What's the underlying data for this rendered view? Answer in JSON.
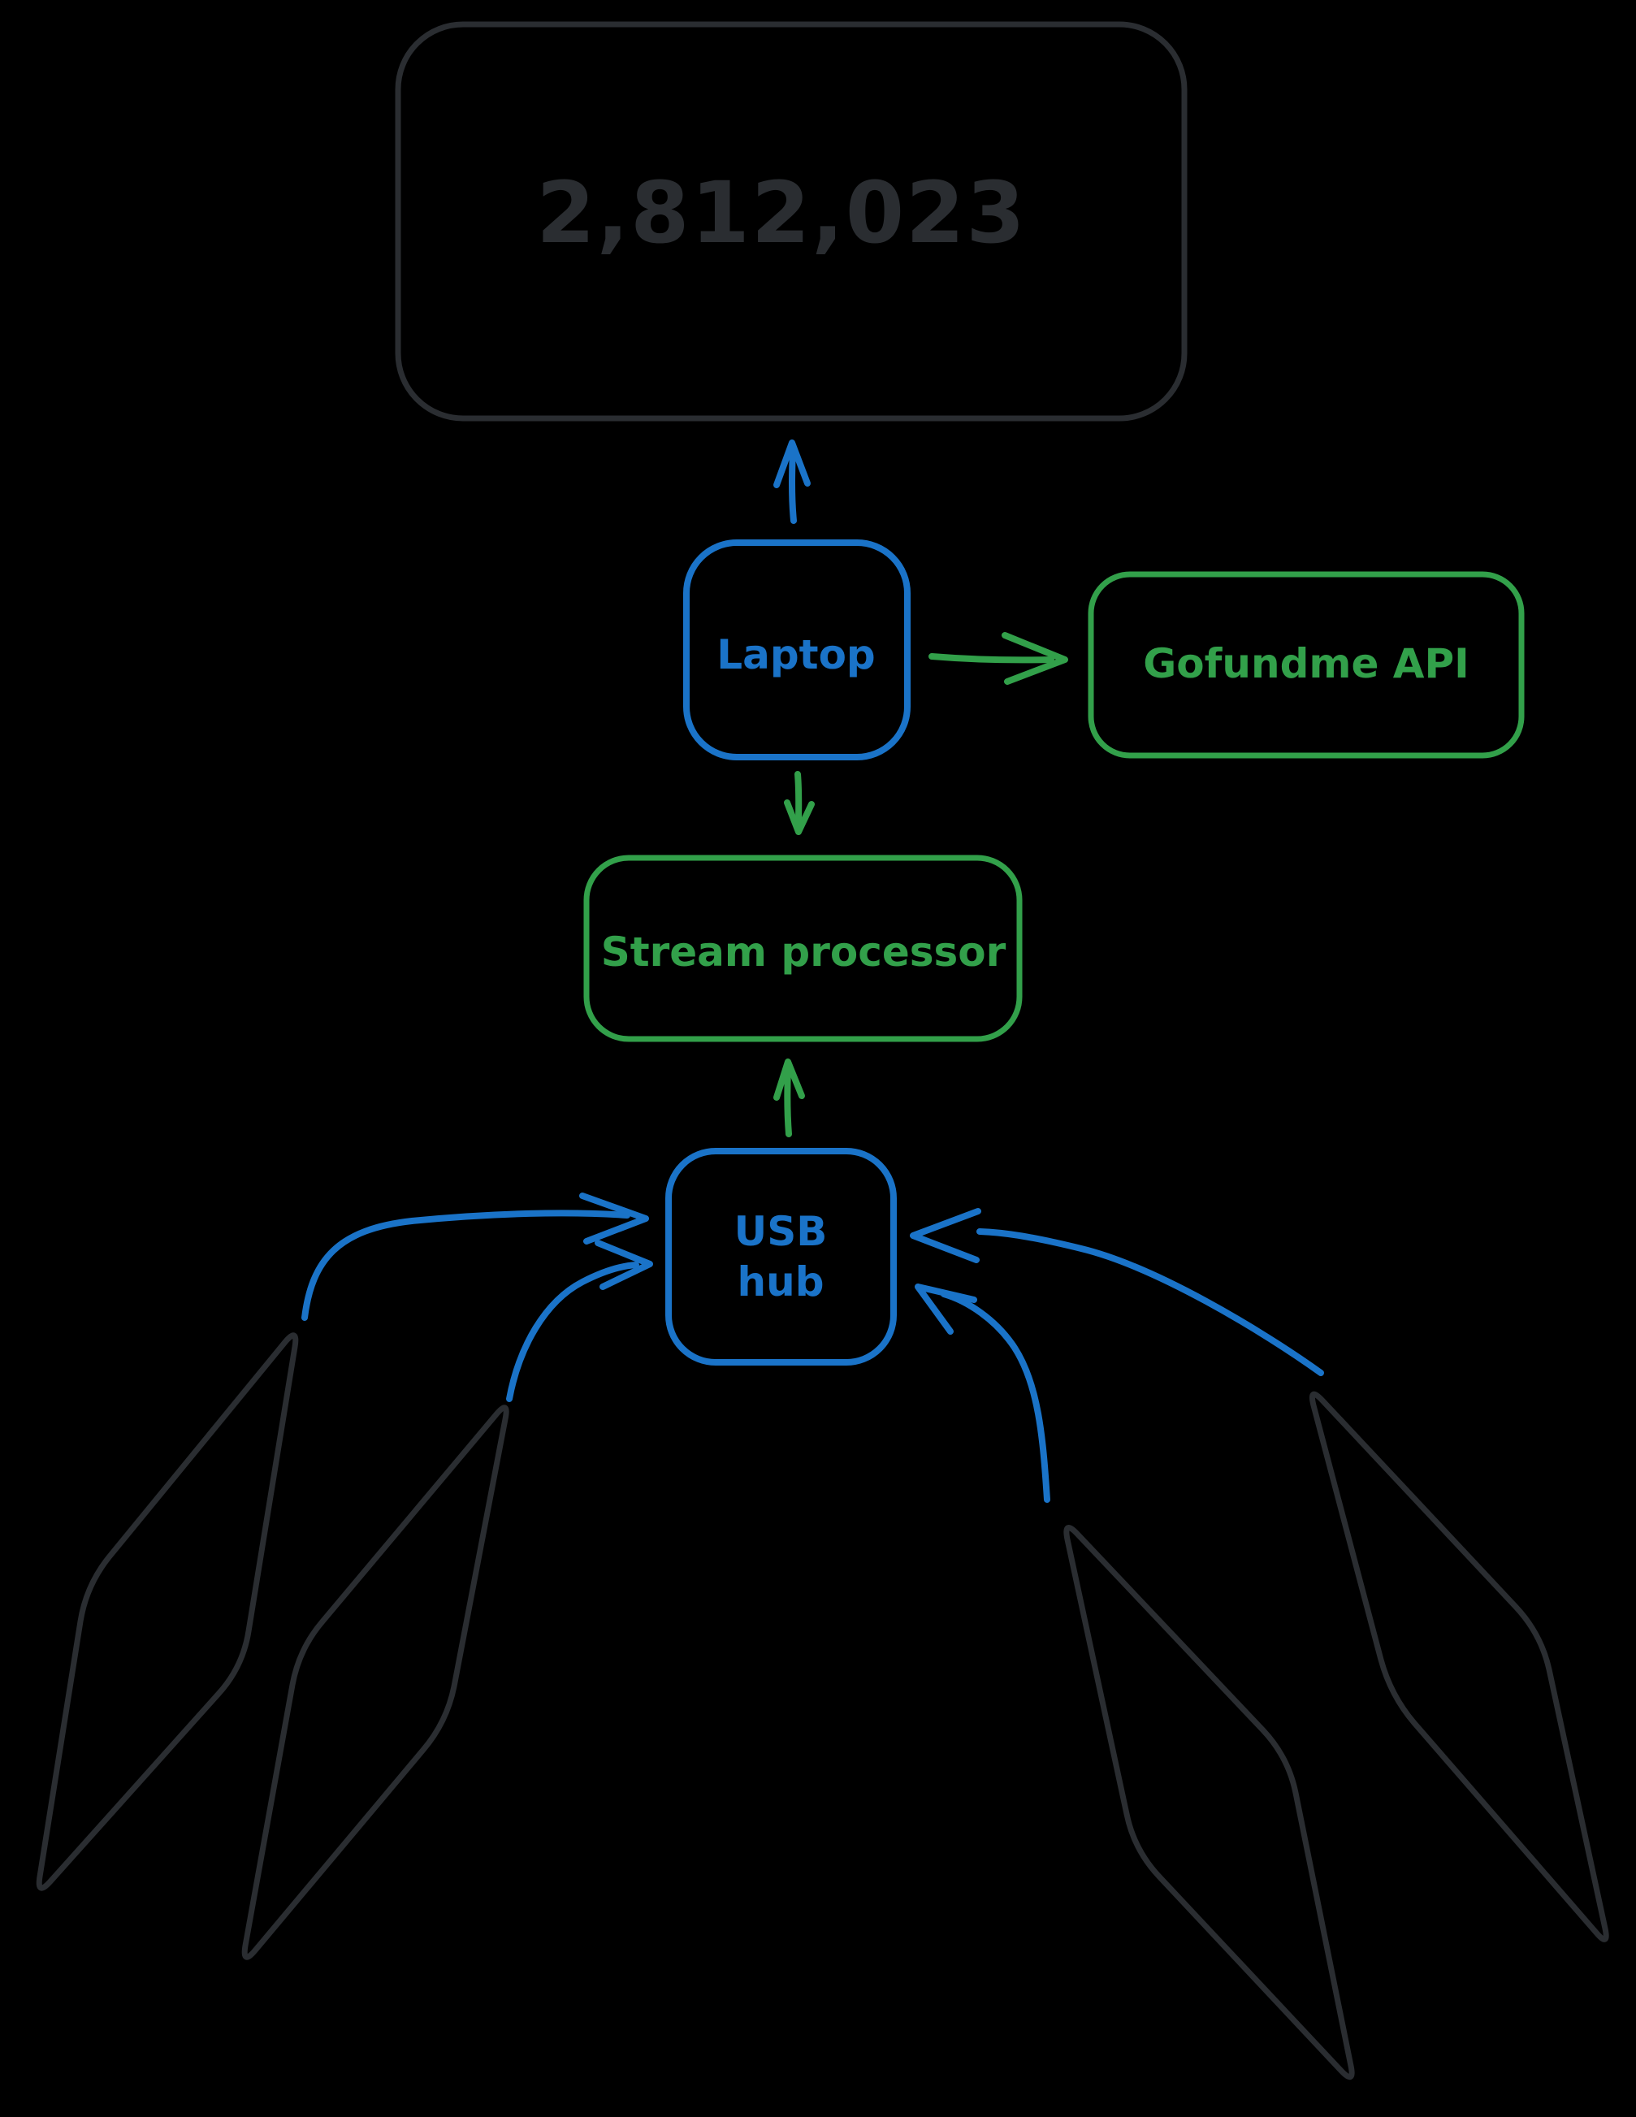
{
  "nodes": {
    "counter_display": {
      "value": "2,812,023"
    },
    "laptop": {
      "label": "Laptop"
    },
    "gofundme_api": {
      "label": "Gofundme API"
    },
    "stream_processor": {
      "label": "Stream processor"
    },
    "usb_hub": {
      "label_line1": "USB",
      "label_line2": "hub"
    }
  },
  "phones": {
    "count": 4
  },
  "connections": [
    {
      "from": "laptop",
      "to": "counter_display"
    },
    {
      "from": "laptop",
      "to": "gofundme_api"
    },
    {
      "from": "laptop",
      "to": "stream_processor"
    },
    {
      "from": "usb_hub",
      "to": "stream_processor"
    },
    {
      "from": "phone_1",
      "to": "usb_hub"
    },
    {
      "from": "phone_2",
      "to": "usb_hub"
    },
    {
      "from": "phone_3",
      "to": "usb_hub"
    },
    {
      "from": "phone_4",
      "to": "usb_hub"
    }
  ],
  "colors": {
    "background": "#000000",
    "blue": "#1a73c8",
    "green": "#32a04a",
    "dark_gray": "#2a2d31"
  }
}
